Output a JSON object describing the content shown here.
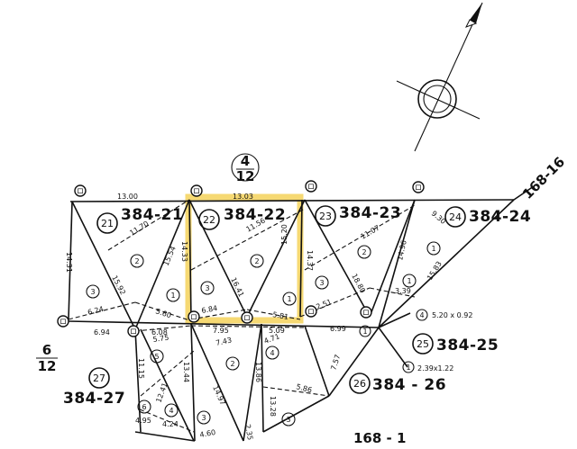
{
  "colors": {
    "line": "#111111",
    "highlight": "#f5d25a",
    "paper": "#ffffff"
  },
  "icons": {
    "compass": "north-arrow-icon",
    "crosshair": "survey-crosshair-icon",
    "marker": "boundary-marker-icon"
  },
  "map": {
    "top_fraction": {
      "num": "4",
      "den": "12"
    },
    "left_fraction": {
      "num": "6",
      "den": "12"
    },
    "label_top_right": "168-16",
    "label_bottom": "168 - 1",
    "lots": [
      {
        "id": "21",
        "label": "384-21"
      },
      {
        "id": "22",
        "label": "384-22"
      },
      {
        "id": "23",
        "label": "384-23"
      },
      {
        "id": "24",
        "label": "384-24"
      },
      {
        "id": "25",
        "label": "384-25"
      },
      {
        "id": "26",
        "label": "384 - 26"
      },
      {
        "id": "27",
        "label": "384-27"
      }
    ],
    "dims": {
      "d1300": "13.00",
      "d1303": "13.03",
      "d1170": "11.70",
      "d1156": "11.56",
      "d1107": "11.07",
      "d1431": "14.31",
      "d1554": "15.54",
      "d1433": "14.33",
      "d1520": "15.20",
      "d1437": "14.37",
      "d1496": "14.96",
      "d1583": "15.83",
      "d1592": "15.92",
      "d1641": "16.41",
      "d1880": "18.80",
      "d930": "9.30",
      "d624": "6.24",
      "d560": "5.60",
      "d684": "6.84",
      "d581": "5.81",
      "d251": "2.51",
      "d339": "3.39",
      "d694": "6.94",
      "d608": "6.08",
      "d575": "5.75",
      "d795": "7.95",
      "d743": "7.43",
      "d509": "5.09",
      "d471": "4.71",
      "d699": "6.99",
      "d1115": "11.15",
      "d1241": "12.41",
      "d1344": "13.44",
      "d1497": "14.97",
      "d1386": "13.86",
      "d757": "7.57",
      "d1328": "13.28",
      "d586": "5.86",
      "d495": "4.95",
      "d424": "4.24",
      "d460": "4.60",
      "d235": "2.35"
    },
    "note_4": {
      "circ": "4",
      "text": "5.20 x 0.92"
    },
    "note_1": {
      "circ": "1",
      "text": "2.39x1.22"
    },
    "circled_parts": {
      "one": "1",
      "two": "2",
      "three": "3",
      "four": "4",
      "five": "5",
      "six": "6"
    },
    "marker_glyph": "ロ"
  }
}
